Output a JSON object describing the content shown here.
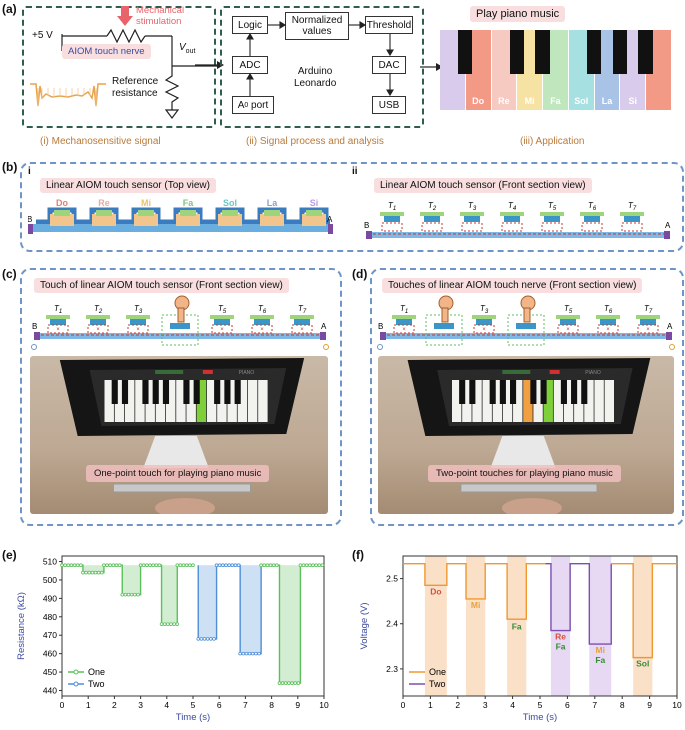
{
  "panels": {
    "a": "(a)",
    "b": "(b)",
    "c": "(c)",
    "d": "(d)",
    "e": "(e)",
    "f": "(f)",
    "b_i": "i",
    "b_ii": "ii"
  },
  "a": {
    "voltage": "+5 V",
    "stimulation": "Mechanical stimulation",
    "nerve": "AIOM touch nerve",
    "vout": "V",
    "vout_sub": "out",
    "reference_1": "Reference",
    "reference_2": "resistance",
    "logic": "Logic",
    "normalized_1": "Normalized",
    "normalized_2": "values",
    "threshold": "Threshold",
    "adc": "ADC",
    "arduino_1": "Arduino",
    "arduino_2": "Leonardo",
    "dac": "DAC",
    "a0_port": "A",
    "a0_sub": "0",
    "a0_rest": " port",
    "usb": "USB",
    "play": "Play piano music",
    "caption_i": "(i) Mechanosensitive signal",
    "caption_ii": "(ii) Signal process and analysis",
    "caption_iii": "(iii) Application",
    "keys": [
      {
        "label": "Do",
        "color": "#f39a86"
      },
      {
        "label": "Re",
        "color": "#f6c9c1"
      },
      {
        "label": "Mi",
        "color": "#f6e3a4"
      },
      {
        "label": "Fa",
        "color": "#bfe6bd"
      },
      {
        "label": "Sol",
        "color": "#a7e0e0"
      },
      {
        "label": "La",
        "color": "#a9c3e6"
      },
      {
        "label": "Si",
        "color": "#d9cbeb"
      }
    ]
  },
  "b": {
    "top_title": "Linear AIOM touch sensor (Top view)",
    "front_title": "Linear AIOM touch sensor (Front section view)",
    "notes": [
      "Do",
      "Re",
      "Mi",
      "Fa",
      "Sol",
      "La",
      "Si"
    ],
    "note_colors": [
      "#e0826e",
      "#e9a9a0",
      "#e9c46a",
      "#7cc57b",
      "#6cc6c6",
      "#7fa3d6",
      "#b79be0"
    ],
    "t_labels": [
      "T",
      "T",
      "T",
      "T",
      "T",
      "T",
      "T"
    ],
    "t_subs": [
      "1",
      "2",
      "3",
      "4",
      "5",
      "6",
      "7"
    ],
    "end_b": "B",
    "end_a": "A"
  },
  "c": {
    "title": "Touch of linear AIOM touch sensor (Front section view)",
    "photo_text": "One-point touch for playing piano music",
    "t_subs": [
      "1",
      "2",
      "3",
      "5",
      "6",
      "7"
    ]
  },
  "d": {
    "title": "Touches of linear AIOM touch nerve (Front section view)",
    "photo_text": "Two-point touches for playing piano music",
    "t_subs": [
      "1",
      "3",
      "5",
      "6",
      "7"
    ]
  },
  "photo": {
    "piano_label": "PIANO"
  },
  "chart_data": [
    {
      "type": "line",
      "panel": "e",
      "xlabel": "Time (s)",
      "ylabel": "Resistance (kΩ)",
      "xlim": [
        0,
        10
      ],
      "ylim": [
        437,
        513
      ],
      "xticks": [
        0,
        1,
        2,
        3,
        4,
        5,
        6,
        7,
        8,
        9,
        10
      ],
      "yticks": [
        440,
        450,
        460,
        470,
        480,
        490,
        500,
        510
      ],
      "legend": "bottom-left",
      "series": [
        {
          "name": "One",
          "color": "#5cc05c",
          "x": [
            0,
            0.8,
            0.8,
            1.6,
            1.6,
            2.3,
            2.3,
            3.0,
            3.0,
            3.8,
            3.8,
            4.4,
            4.4,
            5.0
          ],
          "y": [
            508,
            508,
            504,
            504,
            508,
            508,
            492,
            492,
            508,
            508,
            476,
            476,
            508,
            508
          ]
        },
        {
          "name": "Two",
          "color": "#4f8fd6",
          "x": [
            5.2,
            5.2,
            5.9,
            5.9,
            6.8,
            6.8,
            7.6,
            7.6
          ],
          "y": [
            508,
            468,
            468,
            508,
            508,
            460,
            460,
            508
          ]
        },
        {
          "name": "",
          "color": "#5cc05c",
          "x": [
            7.6,
            8.3,
            8.3,
            9.1,
            9.1,
            10.0
          ],
          "y": [
            508,
            508,
            444,
            444,
            508,
            508
          ]
        }
      ]
    },
    {
      "type": "line",
      "panel": "f",
      "xlabel": "Time (s)",
      "ylabel": "Voltage (V)",
      "xlim": [
        0,
        10
      ],
      "ylim": [
        2.24,
        2.55
      ],
      "xticks": [
        0,
        1,
        2,
        3,
        4,
        5,
        6,
        7,
        8,
        9,
        10
      ],
      "yticks": [
        2.3,
        2.4,
        2.5
      ],
      "legend": "bottom-left",
      "series": [
        {
          "name": "One",
          "color": "#f0982e",
          "x": [
            0,
            0.8,
            0.8,
            1.6,
            1.6,
            2.3,
            2.3,
            3.0,
            3.0,
            3.8,
            3.8,
            4.5,
            4.5,
            5.2
          ],
          "y": [
            2.533,
            2.533,
            2.485,
            2.485,
            2.533,
            2.533,
            2.455,
            2.455,
            2.533,
            2.533,
            2.41,
            2.41,
            2.533,
            2.533
          ]
        },
        {
          "name": "Two",
          "color": "#7b4fb0",
          "x": [
            5.2,
            5.4,
            5.4,
            6.1,
            6.1,
            6.8,
            6.8,
            7.6,
            7.6
          ],
          "y": [
            2.533,
            2.533,
            2.385,
            2.385,
            2.533,
            2.533,
            2.355,
            2.355,
            2.533
          ]
        },
        {
          "name": "",
          "color": "#f0982e",
          "x": [
            7.6,
            8.4,
            8.4,
            9.1,
            9.1,
            10.0
          ],
          "y": [
            2.533,
            2.533,
            2.325,
            2.325,
            2.533,
            2.533
          ]
        }
      ],
      "annotations": [
        {
          "text": "Do",
          "color": "#d94f3d",
          "x": 1.2,
          "y": 2.465
        },
        {
          "text": "Mi",
          "color": "#e6a23c",
          "x": 2.65,
          "y": 2.435
        },
        {
          "text": "Fa",
          "color": "#3a8a3a",
          "x": 4.15,
          "y": 2.387
        },
        {
          "text": "Re",
          "color": "#d94f3d",
          "x": 5.75,
          "y": 2.365
        },
        {
          "text": "Fa",
          "color": "#3a8a3a",
          "x": 5.75,
          "y": 2.343
        },
        {
          "text": "Mi",
          "color": "#e6a23c",
          "x": 7.2,
          "y": 2.335
        },
        {
          "text": "Fa",
          "color": "#3a8a3a",
          "x": 7.2,
          "y": 2.313
        },
        {
          "text": "Sol",
          "color": "#3a8a3a",
          "x": 8.75,
          "y": 2.305
        }
      ],
      "bands": [
        [
          0.8,
          1.6,
          "#f8c79a"
        ],
        [
          2.3,
          3.0,
          "#f8c79a"
        ],
        [
          3.8,
          4.5,
          "#f8c79a"
        ],
        [
          5.4,
          6.1,
          "#d4b8ea"
        ],
        [
          6.8,
          7.6,
          "#d4b8ea"
        ],
        [
          8.4,
          9.1,
          "#f8c79a"
        ]
      ]
    }
  ]
}
